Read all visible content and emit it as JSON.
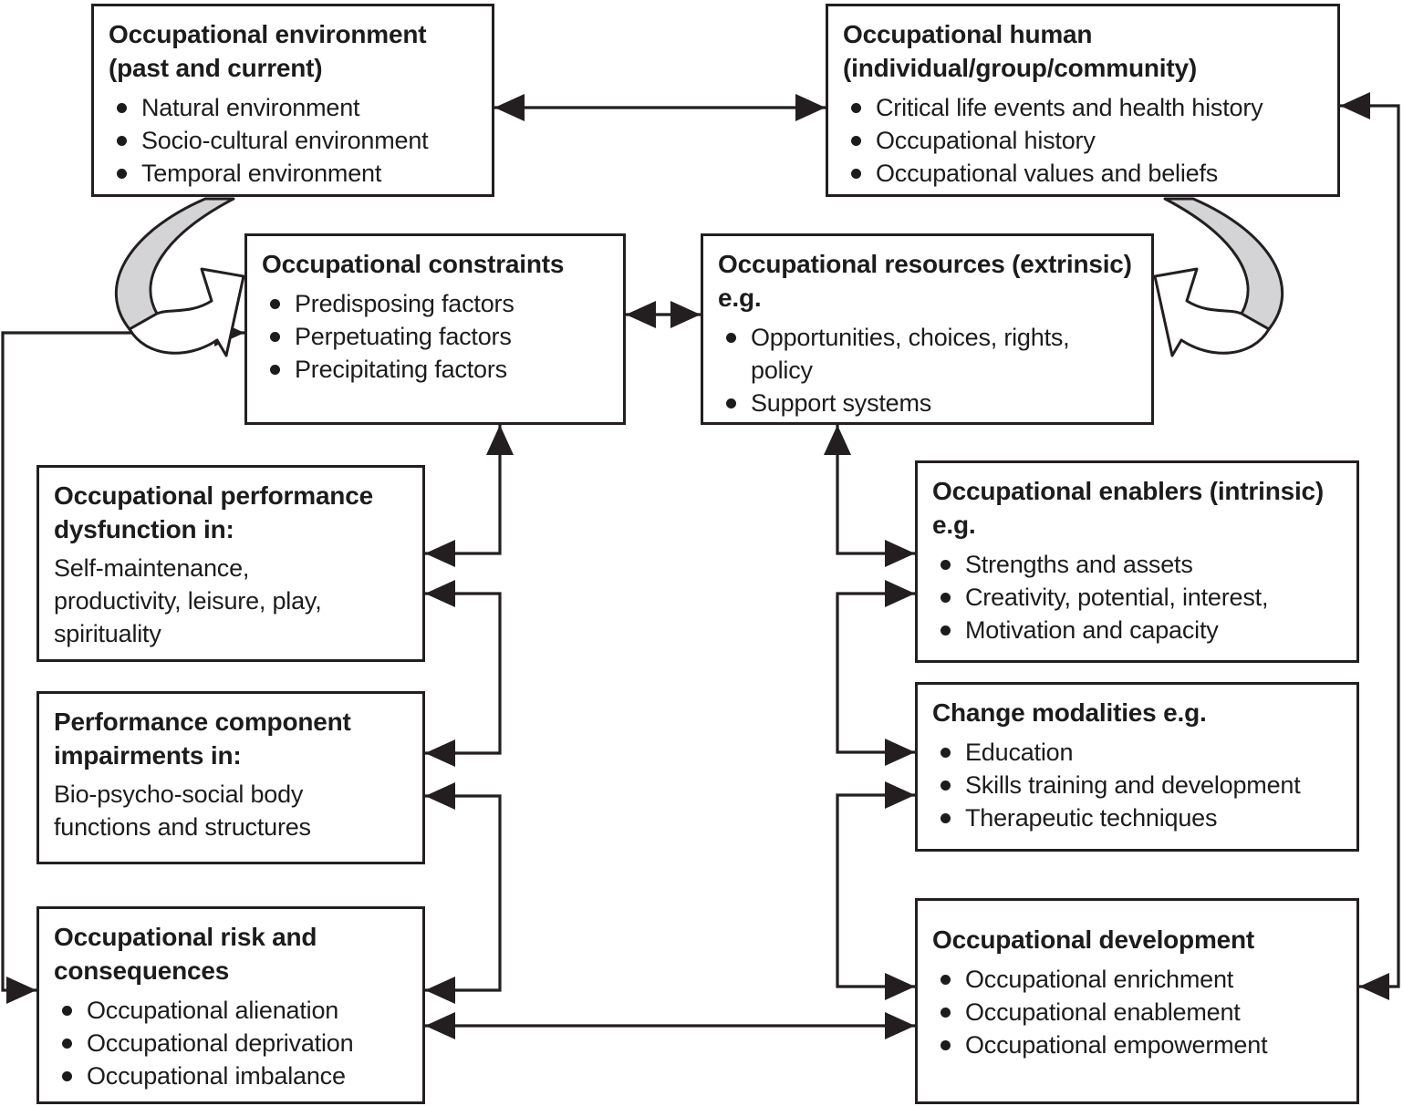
{
  "boxes": {
    "environment": {
      "title": "Occupational environment (past and current)",
      "bullets": [
        "Natural environment",
        "Socio-cultural environment",
        "Temporal environment"
      ]
    },
    "human": {
      "title": "Occupational human (individual/group/community)",
      "bullets": [
        "Critical life events and health history",
        "Occupational history",
        "Occupational values and beliefs"
      ]
    },
    "constraints": {
      "title": "Occupational constraints",
      "bullets": [
        "Predisposing factors",
        "Perpetuating factors",
        "Precipitating factors"
      ]
    },
    "resources": {
      "title": "Occupational resources (extrinsic) e.g.",
      "bullets": [
        "Opportunities, choices, rights, policy",
        "Support systems"
      ]
    },
    "dysfunction": {
      "title": "Occupational performance dysfunction in:",
      "body": "Self-maintenance,\nproductivity, leisure, play,\nspirituality"
    },
    "enablers": {
      "title": "Occupational enablers (intrinsic) e.g.",
      "bullets": [
        "Strengths and assets",
        "Creativity, potential, interest,",
        "Motivation and capacity"
      ]
    },
    "impairments": {
      "title": "Performance component impairments in:",
      "body": "Bio-psycho-social body\nfunctions and structures"
    },
    "modalities": {
      "title": "Change modalities e.g.",
      "bullets": [
        "Education",
        "Skills training and development",
        "Therapeutic techniques"
      ]
    },
    "risk": {
      "title": "Occupational risk and consequences",
      "bullets": [
        "Occupational alienation",
        "Occupational deprivation",
        "Occupational imbalance"
      ]
    },
    "development": {
      "title": "Occupational development",
      "bullets": [
        "Occupational enrichment",
        "Occupational enablement",
        "Occupational empowerment"
      ]
    }
  },
  "colors": {
    "line": "#231f20",
    "box_fill": "#ffffff",
    "ribbon_fill": "#d4d4d6",
    "background": "#ffffff"
  }
}
